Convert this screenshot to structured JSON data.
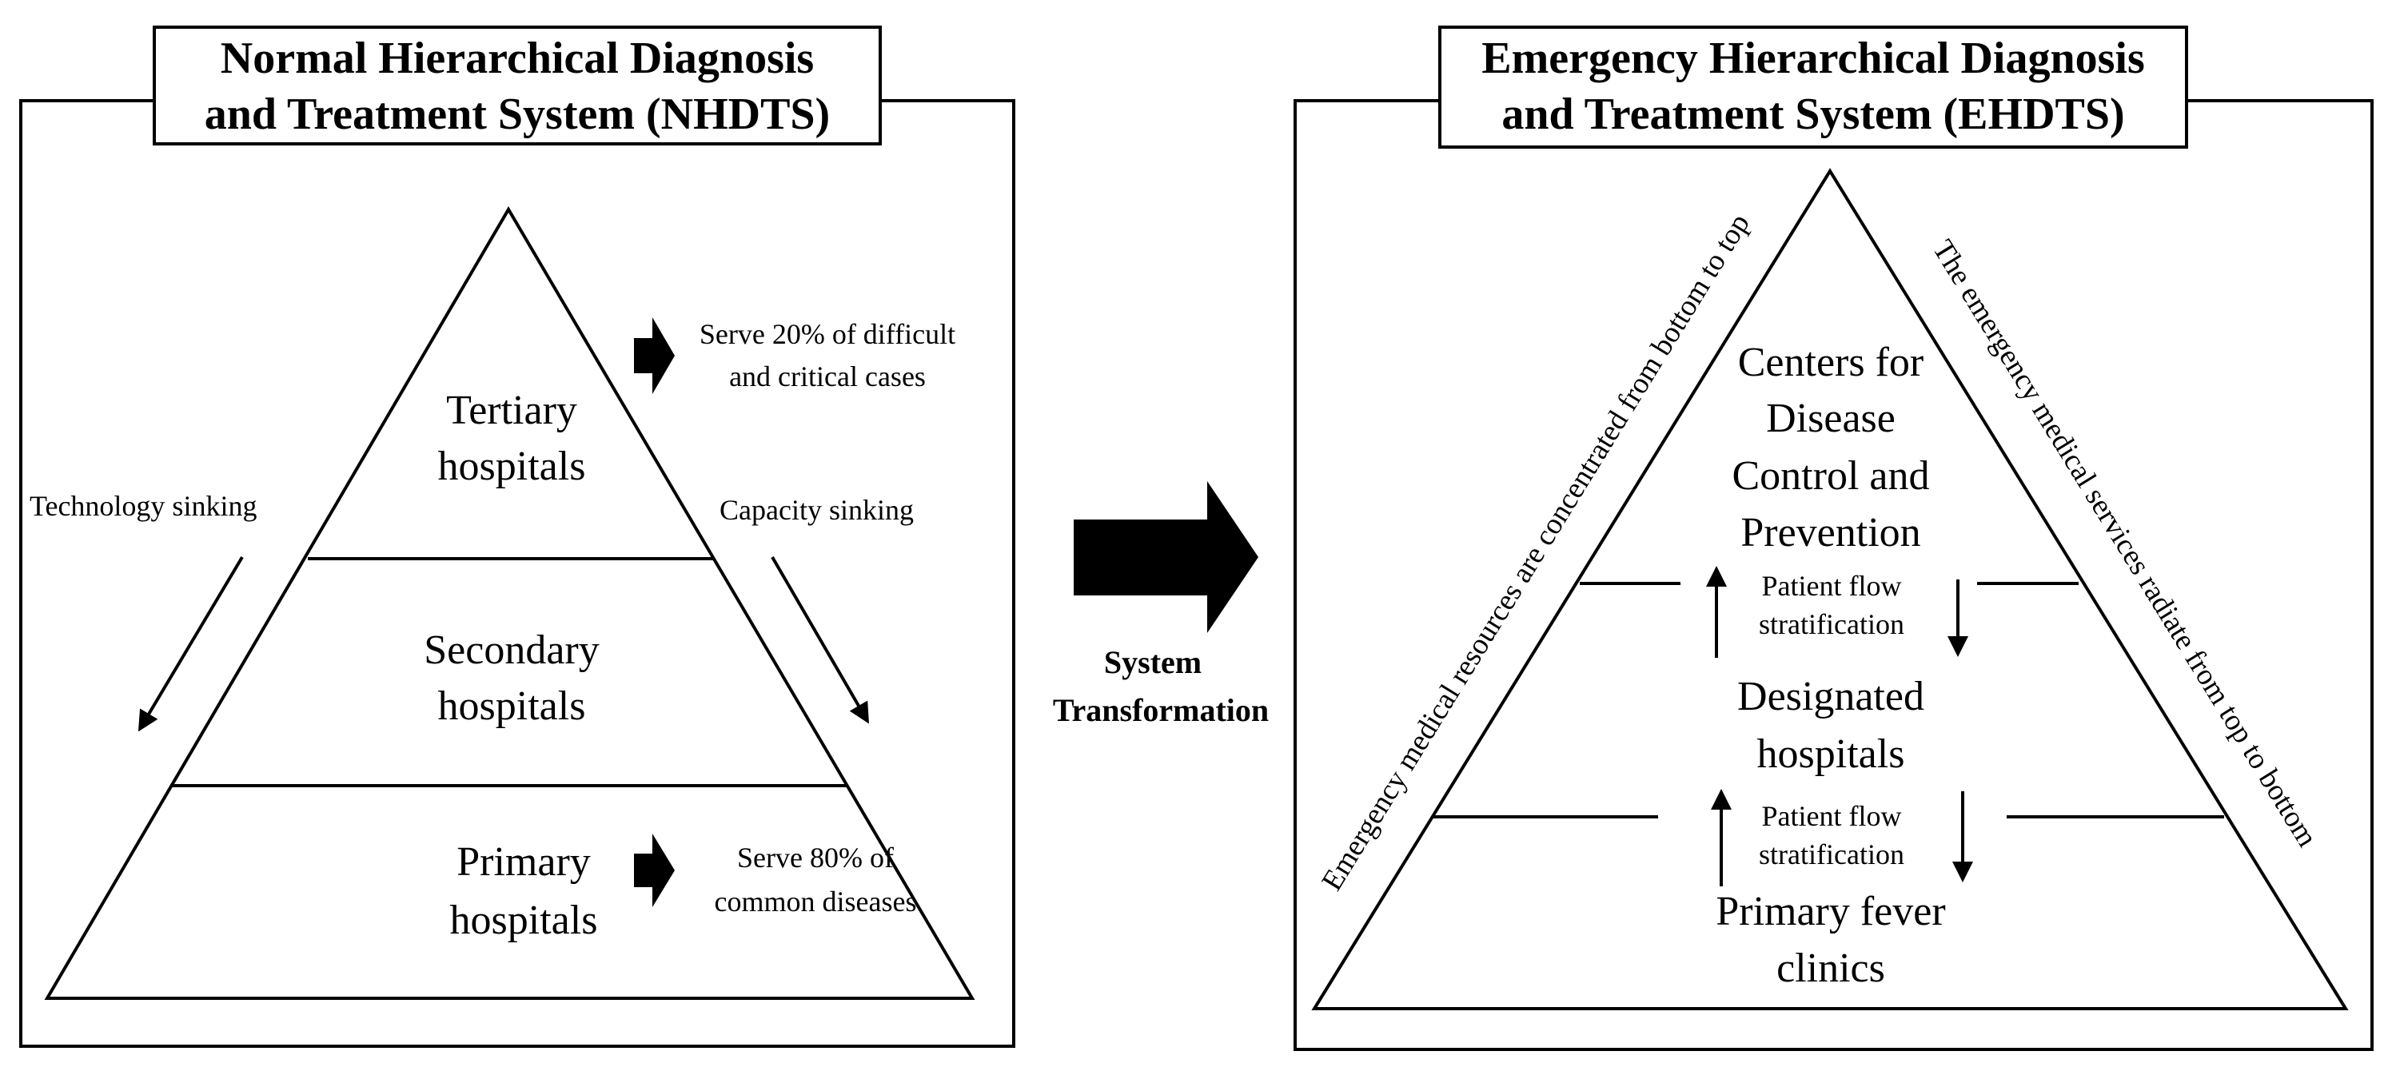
{
  "nhdts": {
    "title_line1": "Normal Hierarchical Diagnosis",
    "title_line2": "and Treatment System (NHDTS)",
    "tiers": {
      "tertiary_line1": "Tertiary",
      "tertiary_line2": "hospitals",
      "secondary_line1": "Secondary",
      "secondary_line2": "hospitals",
      "primary_line1": "Primary",
      "primary_line2": "hospitals"
    },
    "notes": {
      "tertiary_line1": "Serve 20% of difficult",
      "tertiary_line2": "and critical cases",
      "primary_line1": "Serve 80% of",
      "primary_line2": "common diseases"
    },
    "flows": {
      "left": "Technology sinking",
      "right": "Capacity sinking"
    }
  },
  "transformation": {
    "line1": "System",
    "line2": "Transformation"
  },
  "ehdts": {
    "title_line1": "Emergency Hierarchical Diagnosis",
    "title_line2": "and Treatment System (EHDTS)",
    "tiers": {
      "cdc_line1": "Centers for",
      "cdc_line2": "Disease",
      "cdc_line3": "Control and",
      "cdc_line4": "Prevention",
      "designated_line1": "Designated",
      "designated_line2": "hospitals",
      "fever_line1": "Primary fever",
      "fever_line2": "clinics"
    },
    "stratification": {
      "upper_line1": "Patient flow",
      "upper_line2": "stratification",
      "lower_line1": "Patient flow",
      "lower_line2": "stratification"
    },
    "sides": {
      "left": "Emergency medical resources are concentrated from bottom to top",
      "right": "The emergency medical services radiate from top to bottom"
    }
  },
  "icons": {
    "arrow_style": "solid-black-block-arrow",
    "color": "#000000"
  }
}
